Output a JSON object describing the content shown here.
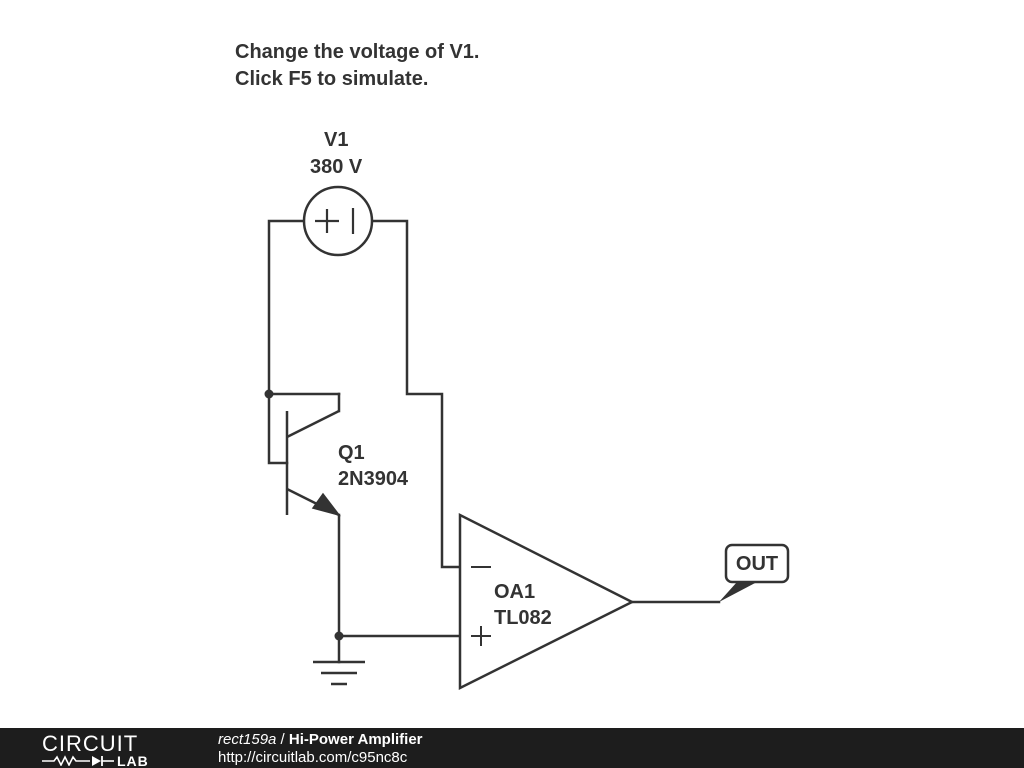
{
  "instructions": {
    "line1": "Change the voltage of V1.",
    "line2": "Click F5 to simulate."
  },
  "components": {
    "v1": {
      "name": "V1",
      "value": "380 V"
    },
    "q1": {
      "name": "Q1",
      "part": "2N3904"
    },
    "oa1": {
      "name": "OA1",
      "part": "TL082"
    },
    "out": {
      "label": "OUT"
    }
  },
  "footer": {
    "logo_top": "CIRCUIT",
    "logo_bottom": "LAB",
    "user": "rect159a",
    "separator": " / ",
    "title": "Hi-Power Amplifier",
    "url": "http://circuitlab.com/c95nc8c"
  },
  "colors": {
    "wire": "#333333",
    "text": "#333333",
    "footer_bg": "#1d1d1d",
    "footer_text": "#ffffff"
  }
}
